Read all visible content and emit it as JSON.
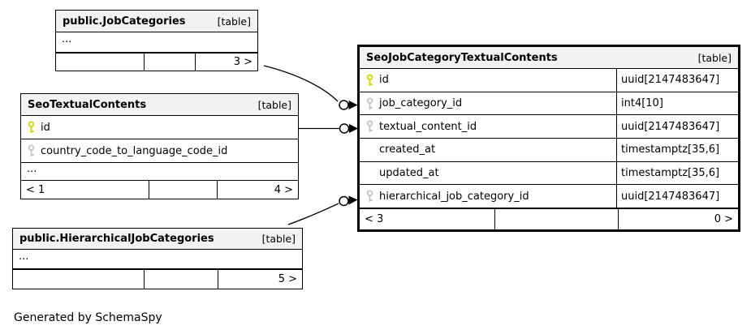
{
  "diagram": {
    "generated_note": "Generated by SchemaSpy",
    "colors": {
      "header_bg": "#f2f2f2",
      "primary_key": "#d8d800",
      "foreign_key": "#c6c6c6",
      "line": "#000000",
      "background": "#ffffff"
    },
    "tables": {
      "jobCategories": {
        "title": "public.JobCategories",
        "badge": "[table]",
        "ellipsis": "...",
        "footer": [
          "",
          "",
          "3 >"
        ]
      },
      "seoTextualContents": {
        "title": "SeoTextualContents",
        "badge": "[table]",
        "columns": [
          {
            "name": "id",
            "key": "primary"
          },
          {
            "name": "country_code_to_language_code_id",
            "key": "foreign"
          }
        ],
        "ellipsis": "...",
        "footer": [
          "< 1",
          "",
          "4 >"
        ]
      },
      "hierarchicalJobCategories": {
        "title": "public.HierarchicalJobCategories",
        "badge": "[table]",
        "ellipsis": "...",
        "footer": [
          "",
          "",
          "5 >"
        ]
      },
      "seoJobCategoryTextualContents": {
        "title": "SeoJobCategoryTextualContents",
        "badge": "[table]",
        "columns": [
          {
            "name": "id",
            "type": "uuid[2147483647]",
            "key": "primary"
          },
          {
            "name": "job_category_id",
            "type": "int4[10]",
            "key": "foreign"
          },
          {
            "name": "textual_content_id",
            "type": "uuid[2147483647]",
            "key": "foreign"
          },
          {
            "name": "created_at",
            "type": "timestamptz[35,6]",
            "key": "none"
          },
          {
            "name": "updated_at",
            "type": "timestamptz[35,6]",
            "key": "none"
          },
          {
            "name": "hierarchical_job_category_id",
            "type": "uuid[2147483647]",
            "key": "foreign"
          }
        ],
        "footer": [
          "< 3",
          "",
          "0 >"
        ]
      }
    },
    "relationships": [
      {
        "from_table": "public.JobCategories",
        "to_column": "job_category_id"
      },
      {
        "from_table": "SeoTextualContents",
        "to_column": "textual_content_id"
      },
      {
        "from_table": "public.HierarchicalJobCategories",
        "to_column": "hierarchical_job_category_id"
      }
    ]
  }
}
